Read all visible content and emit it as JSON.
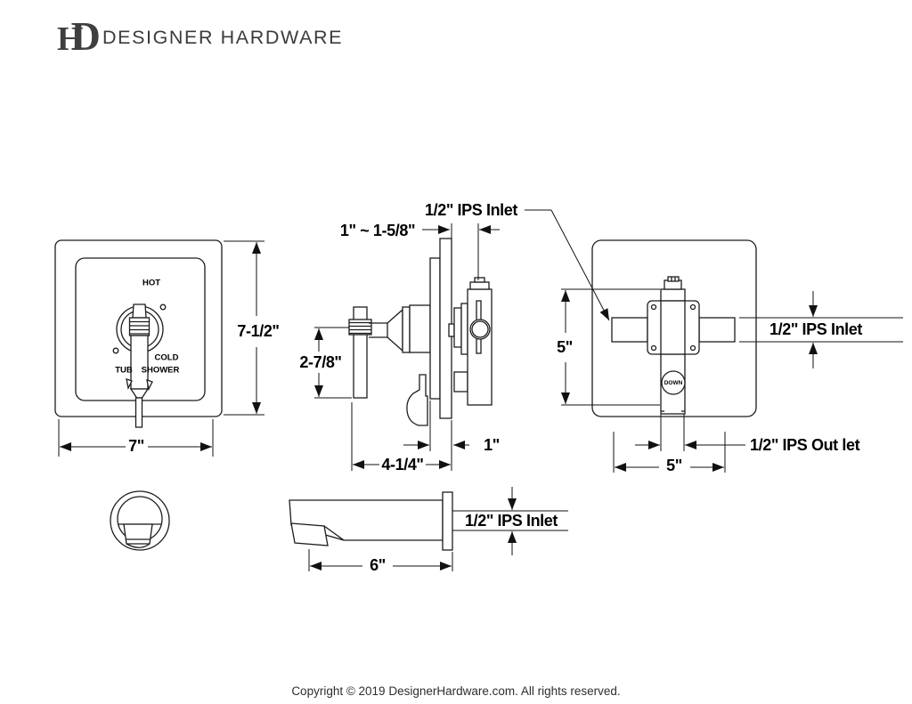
{
  "header": {
    "monogram_h": "H",
    "monogram_d": "D",
    "brand": "DESIGNER HARDWARE"
  },
  "front_view": {
    "label_hot": "HOT",
    "label_cold": "COLD",
    "label_tub": "TUB",
    "label_shower": "SHOWER",
    "dim_height": "7-1/2\"",
    "dim_width": "7\""
  },
  "side_view": {
    "dim_wall_range": "1\" ~ 1-5/8\"",
    "label_inlet_top": "1/2\" IPS Inlet",
    "dim_handle": "2-7/8\"",
    "dim_depth": "4-1/4\"",
    "dim_plate": "1\""
  },
  "back_view": {
    "dim_height": "5\"",
    "dim_width": "5\"",
    "label_inlet": "1/2\" IPS Inlet",
    "label_outlet": "1/2\" IPS Out let",
    "label_down": "DOWN"
  },
  "spout_view": {
    "dim_length": "6\"",
    "label_inlet": "1/2\" IPS Inlet"
  },
  "footer": {
    "copyright": "Copyright © 2019 DesignerHardware.com. All rights reserved."
  }
}
